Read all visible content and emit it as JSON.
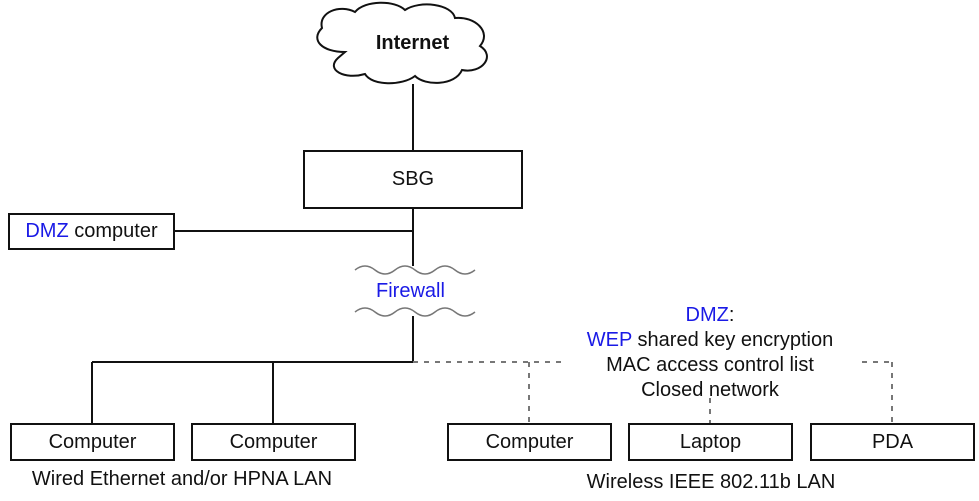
{
  "internet": {
    "label": "Internet"
  },
  "sbg": {
    "label": "SBG"
  },
  "dmz_computer": {
    "prefix": "DMZ",
    "suffix": "computer"
  },
  "firewall": {
    "label": "Firewall"
  },
  "wired": {
    "nodes": [
      "Computer",
      "Computer"
    ],
    "caption": "Wired Ethernet and/or HPNA LAN"
  },
  "wireless": {
    "nodes": [
      "Computer",
      "Laptop",
      "PDA"
    ],
    "caption": "Wireless IEEE 802.11b LAN"
  },
  "security_notes": {
    "title": "DMZ",
    "title_suffix": ":",
    "line1_prefix": "WEP",
    "line1_suffix": "shared key encryption",
    "line2": "MAC access control list",
    "line3": "Closed network"
  },
  "colors": {
    "accent": "#1a1ae6",
    "line": "#111111",
    "dashed": "#777777"
  }
}
